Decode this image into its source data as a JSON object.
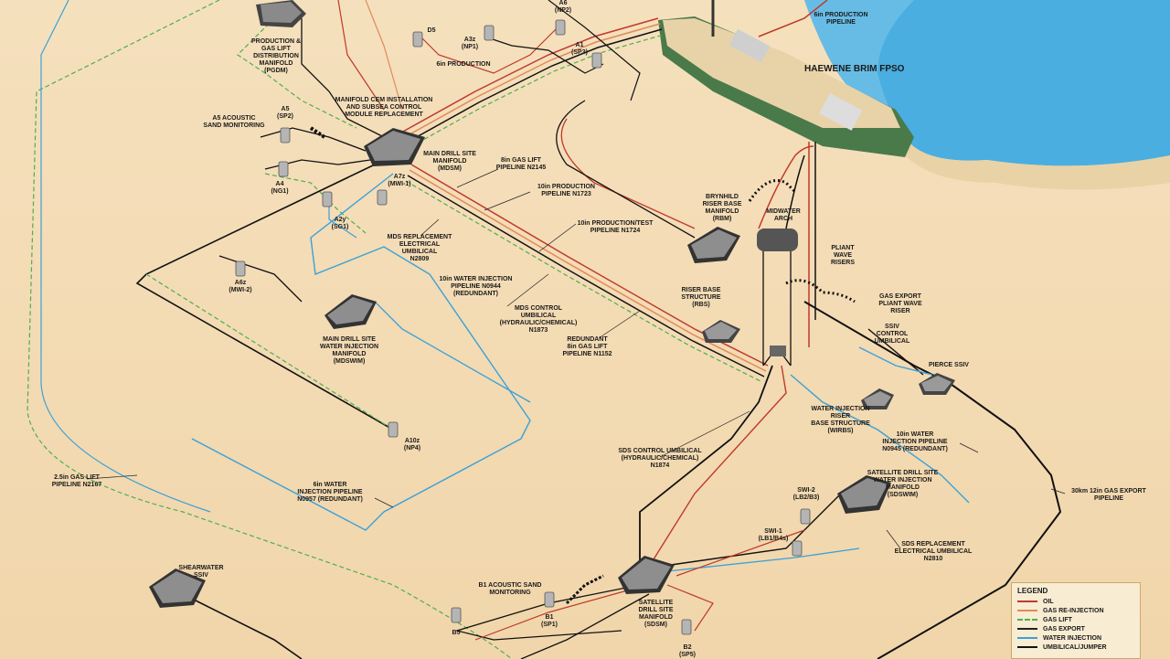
{
  "colors": {
    "sea_bed": "#f2d9ae",
    "sea": "#4aaee0",
    "oil": "#c0392b",
    "gas_reinjection": "#e08a5a",
    "gas_lift": "#4caf50",
    "gas_export": "#222222",
    "water_injection": "#3aa1d8",
    "umbilical": "#111111",
    "hull": "#4a7a4a",
    "deck": "#e8d3a8"
  },
  "vessel": {
    "name": "HAEWENE BRIM FPSO",
    "pipeline_label": "6in PRODUCTION\nPIPELINE"
  },
  "labels": {
    "pgdm": "PRODUCTION &\nGAS LIFT\nDISTRIBUTION\nMANIFOLD\n(PGDM)",
    "d5": "D5",
    "a6": "A6\n(NP2)",
    "a3z": "A3z\n(NP1)",
    "a1": "A1\n(SP3)",
    "prod6": "6in PRODUCTION",
    "manifold_cem": "MANIFOLD CEM INSTALLATION\nAND SUBSEA CONTROL\nMODULE REPLACEMENT",
    "a5_acoustic": "A5 ACOUSTIC\nSAND MONITORING",
    "a5": "A5\n(SP2)",
    "a4": "A4\n(NG1)",
    "a2y": "A2y\n(SG1)",
    "mdsm": "MAIN DRILL SITE\nMANIFOLD\n(MDSM)",
    "a7z": "A7z\n(MWI-1)",
    "gaslift8": "8in GAS LIFT\nPIPELINE N2145",
    "prod10": "10in PRODUCTION\nPIPELINE N1723",
    "prodtest10": "10in PRODUCTION/TEST\nPIPELINE N1724",
    "mds_repl_elec": "MDS REPLACEMENT\nELECTRICAL UMBILICAL\nN2809",
    "a6z": "A6z\n(MWI-2)",
    "wi10": "10in WATER INJECTION\nPIPELINE N0944\n(REDUNDANT)",
    "mds_ctrl": "MDS CONTROL UMBILICAL\n(HYDRAULIC/CHEMICAL)\nN1873",
    "mdswim": "MAIN DRILL SITE\nWATER INJECTION\nMANIFOLD\n(MDSWIM)",
    "redundant_gl": "REDUNDANT\n8in GAS LIFT\nPIPELINE N1152",
    "rbm": "BRYNHILD\nRISER BASE\nMANIFOLD\n(RBM)",
    "midwater": "MIDWATER\nARCH",
    "pliant": "PLIANT\nWAVE\nRISERS",
    "rbs": "RISER BASE\nSTRUCTURE\n(RBS)",
    "gas_export_riser": "GAS EXPORT\nPLIANT WAVE\nRISER",
    "ssiv_umb": "SSIV\nCONTROL\nUMBILICAL",
    "pierce": "PIERCE SSIV",
    "wirbs": "WATER INJECTION\nRISER\nBASE STRUCTURE\n(WIRBS)",
    "wi10b": "10in WATER\nINJECTION PIPELINE\nN0945 (REDUNDANT)",
    "a10z": "A10z\n(NP4)",
    "sds_ctrl": "SDS CONTROL UMBILICAL\n(HYDRAULIC/CHEMICAL)\nN1874",
    "sdswim": "SATELLITE DRILL SITE\nWATER INJECTION\nMANIFOLD\n(SDSWIM)",
    "gaslift25": "2.5in GAS LIFT\nPIPELINE N2167",
    "wi6": "6in WATER\nINJECTION PIPELINE\nN0957 (REDUNDANT)",
    "swi2": "SWI-2\n(LB2/B3)",
    "swi1": "SWI-1\n(LB1/B4s)",
    "sds_repl_elec": "SDS REPLACEMENT\nELECTRICAL UMBILICAL\nN2810",
    "gas_export30": "30km 12in GAS EXPORT\nPIPELINE",
    "shearwater": "SHEARWATER\nSSIV",
    "b1_acoustic": "B1 ACOUSTIC SAND\nMONITORING",
    "sdsm": "SATELLITE\nDRILL SITE\nMANIFOLD\n(SDSM)",
    "b1": "B1\n(SP1)",
    "b5": "B5",
    "b2": "B2\n(SP5)"
  },
  "legend": {
    "title": "LEGEND",
    "items": [
      {
        "label": "OIL",
        "color": "#c0392b",
        "style": "solid"
      },
      {
        "label": "GAS RE-INJECTION",
        "color": "#e08a5a",
        "style": "solid"
      },
      {
        "label": "GAS LIFT",
        "color": "#4caf50",
        "style": "dashed"
      },
      {
        "label": "GAS EXPORT",
        "color": "#222222",
        "style": "solid"
      },
      {
        "label": "WATER INJECTION",
        "color": "#3aa1d8",
        "style": "solid"
      },
      {
        "label": "UMBILICAL/JUMPER",
        "color": "#111111",
        "style": "solid"
      }
    ]
  }
}
